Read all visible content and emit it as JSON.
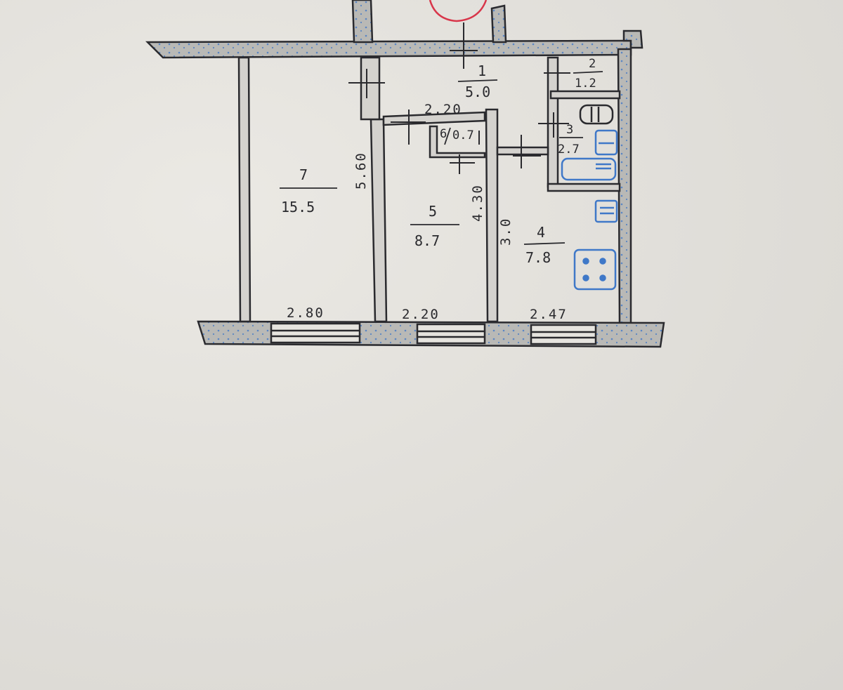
{
  "colors": {
    "paper": "#e4e2dd",
    "ink": "#2a2a2e",
    "wall_fill": "#b9b9b6",
    "wall_dots": "#5a86c4",
    "fixture_blue": "#3f78c8",
    "stamp_red": "#d8364a"
  },
  "rooms": [
    {
      "id": "1",
      "number": "1",
      "area": "5.0"
    },
    {
      "id": "2",
      "number": "2",
      "area": "1.2"
    },
    {
      "id": "3",
      "number": "3",
      "area": "2.7"
    },
    {
      "id": "4",
      "number": "4",
      "area": "7.8"
    },
    {
      "id": "5",
      "number": "5",
      "area": "8.7"
    },
    {
      "id": "6",
      "number": "6",
      "area": "0.7"
    },
    {
      "id": "7",
      "number": "7",
      "area": "15.5"
    }
  ],
  "dimensions": {
    "room7_width": "2.80",
    "room5_width": "2.20",
    "room4_width": "2.47",
    "hall_width": "2.20",
    "room7_length": "5.60",
    "room5_length": "4.30",
    "room4_length": "3.0"
  },
  "fixtures": [
    "bathtub-icon",
    "sink-icon",
    "toilet-icon",
    "stove-icon"
  ]
}
